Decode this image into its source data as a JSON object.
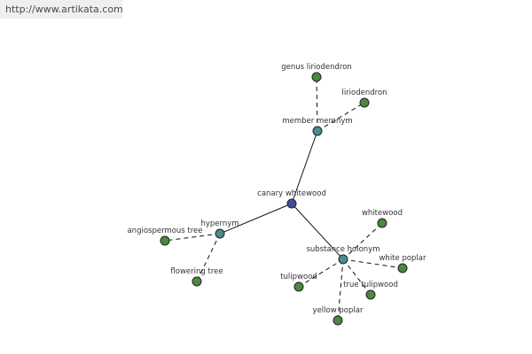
{
  "source": {
    "url_text": "http://www.artikata.com"
  },
  "colors": {
    "center_node": "#3d4f9a",
    "relation_node": "#4d8b8d",
    "leaf_node": "#4a8a3e",
    "edge": "#111111"
  },
  "graph": {
    "nodes": [
      {
        "id": "canary-whitewood",
        "label": "canary whitewood",
        "kind": "center"
      },
      {
        "id": "member-meronym",
        "label": "member meronym",
        "kind": "relation"
      },
      {
        "id": "hypernym",
        "label": "hypernym",
        "kind": "relation"
      },
      {
        "id": "substance-holonym",
        "label": "substance holonym",
        "kind": "relation"
      },
      {
        "id": "genus-liriodendron",
        "label": "genus liriodendron",
        "kind": "leaf"
      },
      {
        "id": "liriodendron",
        "label": "liriodendron",
        "kind": "leaf"
      },
      {
        "id": "angiospermous-tree",
        "label": "angiospermous tree",
        "kind": "leaf"
      },
      {
        "id": "flowering-tree",
        "label": "flowering tree",
        "kind": "leaf"
      },
      {
        "id": "whitewood",
        "label": "whitewood",
        "kind": "leaf"
      },
      {
        "id": "white-poplar",
        "label": "white poplar",
        "kind": "leaf"
      },
      {
        "id": "tulipwood",
        "label": "tulipwood",
        "kind": "leaf"
      },
      {
        "id": "true-tulipwood",
        "label": "true tulipwood",
        "kind": "leaf"
      },
      {
        "id": "yellow-poplar",
        "label": "yellow poplar",
        "kind": "leaf"
      }
    ],
    "edges": [
      {
        "from": "canary-whitewood",
        "to": "member-meronym",
        "style": "solid"
      },
      {
        "from": "canary-whitewood",
        "to": "hypernym",
        "style": "solid"
      },
      {
        "from": "canary-whitewood",
        "to": "substance-holonym",
        "style": "solid"
      },
      {
        "from": "member-meronym",
        "to": "genus-liriodendron",
        "style": "dashed"
      },
      {
        "from": "member-meronym",
        "to": "liriodendron",
        "style": "dashed"
      },
      {
        "from": "hypernym",
        "to": "angiospermous-tree",
        "style": "dashed"
      },
      {
        "from": "hypernym",
        "to": "flowering-tree",
        "style": "dashed"
      },
      {
        "from": "substance-holonym",
        "to": "whitewood",
        "style": "dashed"
      },
      {
        "from": "substance-holonym",
        "to": "white-poplar",
        "style": "dashed"
      },
      {
        "from": "substance-holonym",
        "to": "tulipwood",
        "style": "dashed"
      },
      {
        "from": "substance-holonym",
        "to": "true-tulipwood",
        "style": "dashed"
      },
      {
        "from": "substance-holonym",
        "to": "yellow-poplar",
        "style": "dashed"
      }
    ]
  }
}
